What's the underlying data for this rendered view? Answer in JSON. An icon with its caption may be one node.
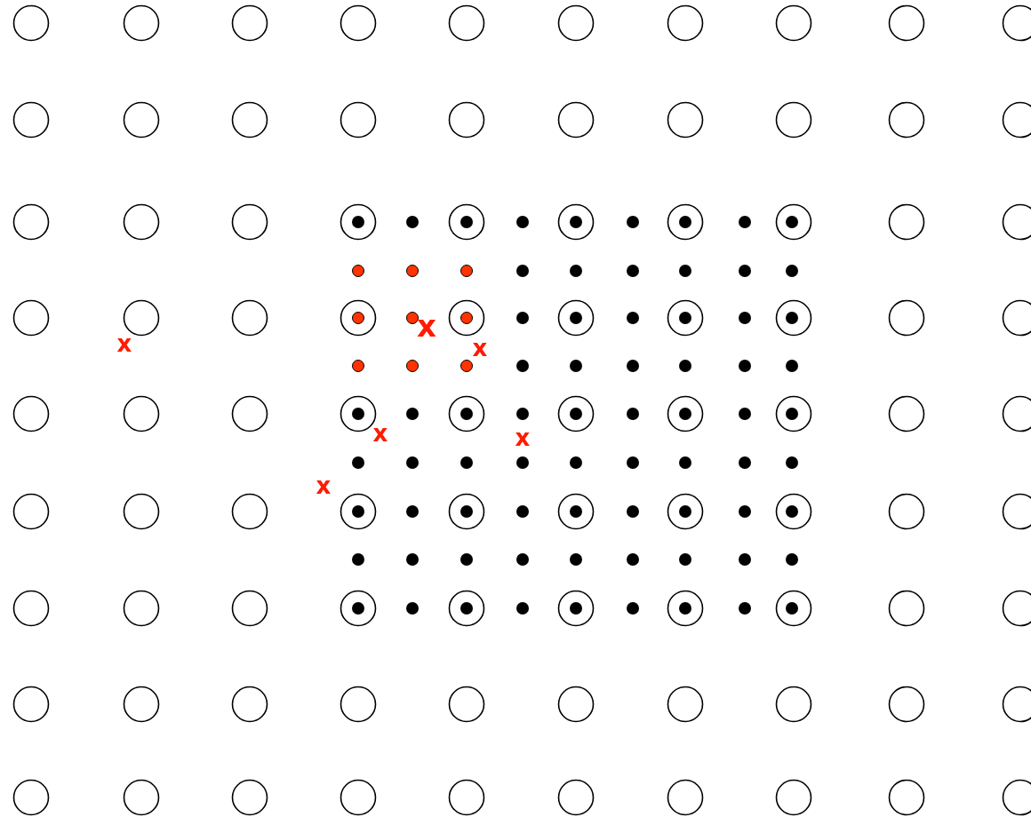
{
  "diagram": {
    "labels": [
      "x",
      "x",
      "x",
      "x",
      "x",
      "x"
    ]
  }
}
